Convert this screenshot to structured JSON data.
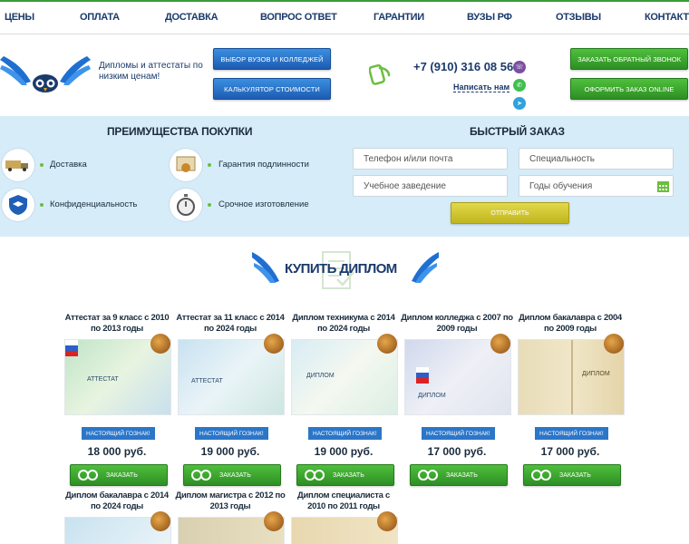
{
  "nav": {
    "items": [
      {
        "label": "ЦЕНЫ"
      },
      {
        "label": "ОПЛАТА"
      },
      {
        "label": "ДОСТАВКА"
      },
      {
        "label": "ВОПРОС ОТВЕТ"
      },
      {
        "label": "ГАРАНТИИ"
      },
      {
        "label": "ВУЗЫ РФ"
      },
      {
        "label": "ОТЗЫВЫ"
      },
      {
        "label": "КОНТАКТЫ"
      }
    ]
  },
  "header": {
    "tagline": "Дипломы и аттестаты по низким ценам!",
    "btn_choose": "Выбор вузов и колледжей",
    "btn_calc": "Калькулятор стоимости",
    "phone": "+7 (910) 316 08 56",
    "write_us": "Написать нам",
    "btn_callback": "Заказать обратный звонок",
    "btn_order_online": "Оформить заказ online"
  },
  "advantages": {
    "title": "ПРЕИМУЩЕСТВА ПОКУПКИ",
    "items": [
      {
        "label": "Доставка"
      },
      {
        "label": "Гарантия подлинности"
      },
      {
        "label": "Конфиденциальность"
      },
      {
        "label": "Срочное изготовление"
      }
    ]
  },
  "quick_order": {
    "title": "БЫСТРЫЙ ЗАКАЗ",
    "phone_placeholder": "Телефон и/или почта",
    "specialty_placeholder": "Специальность",
    "institution_placeholder": "Учебное заведение",
    "years_placeholder": "Годы обучения",
    "submit_label": "Отправить"
  },
  "catalog": {
    "title": "КУПИТЬ ДИПЛОМ",
    "badge": "НАСТОЯЩИЙ ГОЗНАК!",
    "order_label": "Заказать",
    "cards": [
      {
        "title": "Аттестат за 9 класс с 2010 по 2013 годы",
        "price": "18 000 руб.",
        "doc_word": "АТТЕСТАТ"
      },
      {
        "title": "Аттестат за 11 класс с 2014 по 2024 годы",
        "price": "19 000 руб.",
        "doc_word": "АТТЕСТАТ"
      },
      {
        "title": "Диплом техникума с 2014 по 2024 годы",
        "price": "19 000 руб.",
        "doc_word": "ДИПЛОМ"
      },
      {
        "title": "Диплом колледжа с 2007 по 2009 годы",
        "price": "17 000 руб.",
        "doc_word": "ДИПЛОМ"
      },
      {
        "title": "Диплом бакалавра с 2004 по 2009 годы",
        "price": "17 000 руб.",
        "doc_word": "ДИПЛОМ"
      }
    ],
    "cards_row2": [
      {
        "title": "Диплом бакалавра с 2014 по 2024 годы"
      },
      {
        "title": "Диплом магистра с 2012 по 2013 годы"
      },
      {
        "title": "Диплом специалиста с 2010 по 2011 годы"
      }
    ]
  },
  "colors": {
    "brand_blue": "#1a3a6b",
    "accent_green": "#3a9c3a",
    "promo_bg": "#d6ecf8",
    "badge_blue": "#2b76c9"
  }
}
